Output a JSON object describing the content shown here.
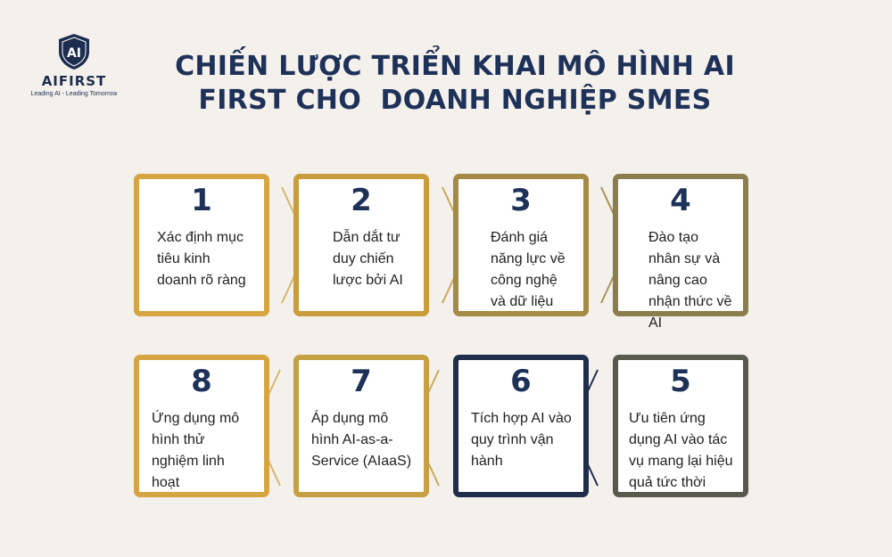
{
  "logo": {
    "mark": "AI",
    "name": "AIFIRST",
    "tagline": "Leading AI - Leading Tomorrow",
    "icon": "shield-icon"
  },
  "title": {
    "line1": "CHIẾN LƯỢC TRIỂN KHAI MÔ HÌNH AI",
    "line2": "FIRST CHO  DOANH NGHIỆP SMES"
  },
  "colors": {
    "background": "#f4f1ec",
    "title": "#1e3158",
    "steps": [
      "#d6a542",
      "#c99c3c",
      "#a58a45",
      "#8a7d4e",
      "#575a4c",
      "#1f2e4a",
      "#c5a045",
      "#d6a542"
    ]
  },
  "steps": [
    {
      "number": "1",
      "text": "Xác định mục tiêu kinh doanh rõ ràng"
    },
    {
      "number": "2",
      "text": "Dẫn dắt tư duy chiến lược bởi AI"
    },
    {
      "number": "3",
      "text": "Đánh giá năng lực về công nghệ và dữ liệu"
    },
    {
      "number": "4",
      "text": "Đào tạo nhân sự và nâng cao nhận thức về AI"
    },
    {
      "number": "5",
      "text": "Ưu tiên ứng dụng AI vào tác vụ mang lại hiệu quả tức thời"
    },
    {
      "number": "6",
      "text": "Tích hợp AI vào quy trình vận hành"
    },
    {
      "number": "7",
      "text": "Áp dụng mô hình AI-as-a-Service (AIaaS)"
    },
    {
      "number": "8",
      "text": "Ứng dụng mô hình thử nghiệm linh hoạt"
    }
  ]
}
